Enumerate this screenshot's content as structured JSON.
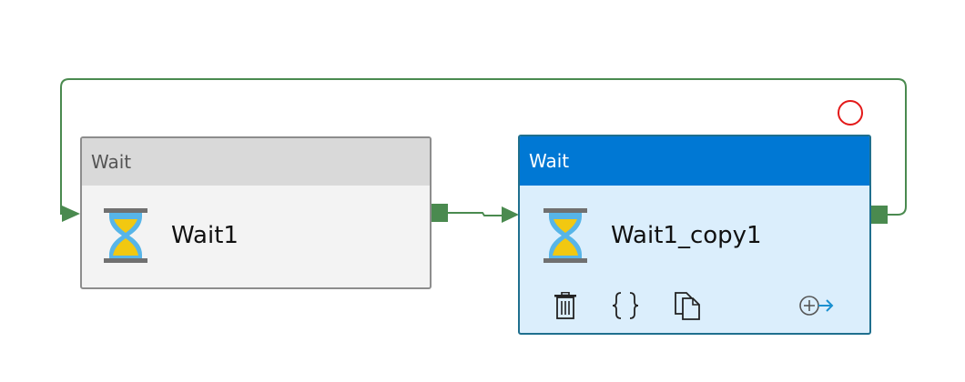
{
  "canvas": {
    "background": "#ffffff",
    "connector_color": "#4a8a4f"
  },
  "activities": [
    {
      "type_label": "Wait",
      "name": "Wait1",
      "icon": "hourglass-icon",
      "state": "default"
    },
    {
      "type_label": "Wait",
      "name": "Wait1_copy1",
      "icon": "hourglass-icon",
      "state": "selected",
      "actions": [
        "delete-icon",
        "code-braces-icon",
        "copy-icon",
        "add-output-icon"
      ]
    }
  ],
  "status_indicator": {
    "icon": "red-circle-icon",
    "color": "#e31919"
  },
  "colors": {
    "selected_header": "#0078d4",
    "selected_body": "#dbeefc",
    "default_header": "#d9d9d9",
    "default_body": "#f3f3f3"
  }
}
